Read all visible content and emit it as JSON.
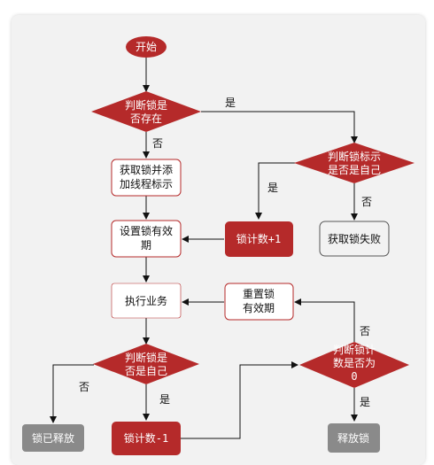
{
  "colors": {
    "red": "#b52a2a",
    "gray": "#8a8a8a",
    "line": "#111111",
    "panel": "#f2f2f2",
    "box_border": "#b52a2a"
  },
  "nodes": {
    "start": "开始",
    "d_exists": [
      "判断锁是",
      "否存在"
    ],
    "get_lock": [
      "获取锁并添",
      "加线程标示"
    ],
    "set_expire": [
      "设置锁有效",
      "期"
    ],
    "execute": "执行业务",
    "d_self_release": [
      "判断锁是",
      "否是自己"
    ],
    "already_released": "锁已释放",
    "count_minus": "锁计数-1",
    "d_self_id": [
      "判断锁标示",
      "是否是自己"
    ],
    "get_failed": "获取锁失败",
    "count_plus": "锁计数+1",
    "reset_expire": [
      "重置锁",
      "有效期"
    ],
    "d_count_zero": [
      "判断锁计",
      "数是否为",
      "0"
    ],
    "release": "释放锁"
  },
  "edge_labels": {
    "yes": "是",
    "no": "否"
  }
}
